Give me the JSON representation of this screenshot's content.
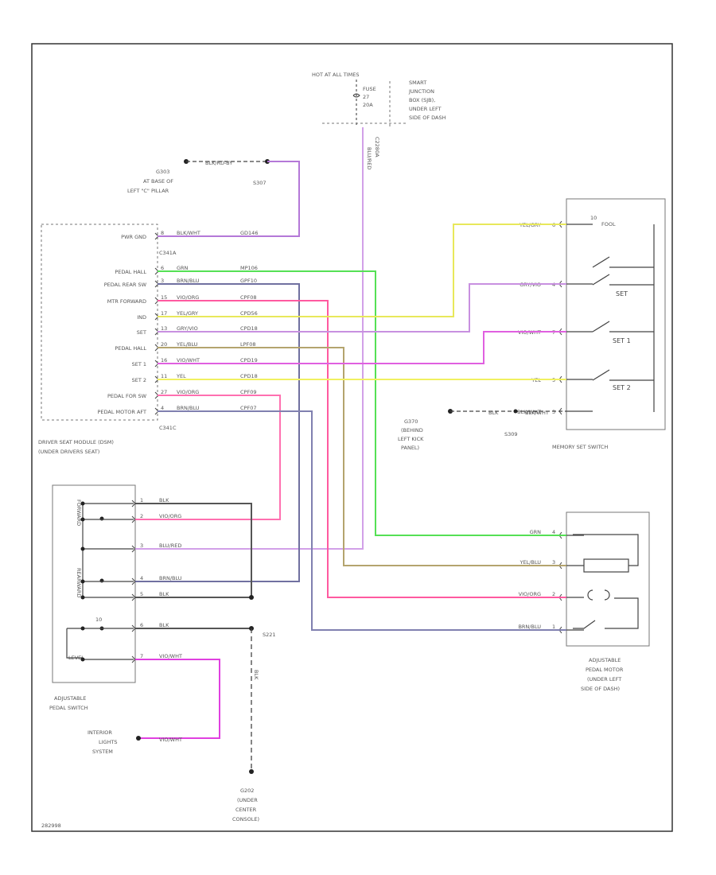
{
  "colors": {
    "yellow": "#e8e85a",
    "violet": "#b478d8",
    "pink": "#ff5aa0",
    "green": "#55e055",
    "lightviolet": "#d2a0e8",
    "magenta": "#e040e0",
    "olive": "#b4a46e",
    "slate": "#8080b0",
    "grey": "#555555"
  },
  "hot": {
    "header": "HOT AT ALL TIMES",
    "fuse_lines": [
      "FUSE",
      "27",
      "20A"
    ],
    "sjb_lines": [
      "SMART",
      "JUNCTION",
      "BOX (SJB),",
      "UNDER LEFT",
      "SIDE OF DASH"
    ],
    "connector": "C2280A",
    "wire": "BLU/RED"
  },
  "g303": {
    "lines": [
      "G303",
      "AT BASE OF",
      "LEFT \"C\" PILLAR"
    ],
    "wire": "BLK/RD-BY",
    "splice": "S307"
  },
  "dsm": {
    "pins": [
      {
        "label": "PWR GND",
        "num": "8",
        "color": "BLK/WHT",
        "circuit": "GD146"
      },
      {
        "label": "PEDAL HALL",
        "num": "6",
        "color": "GRN",
        "circuit": "MP106"
      },
      {
        "label": "PEDAL REAR SW",
        "num": "3",
        "color": "BRN/BLU",
        "circuit": "GPF10"
      },
      {
        "label": "MTR FORWARD",
        "num": "15",
        "color": "VIO/ORG",
        "circuit": "CPF08"
      },
      {
        "label": "IND",
        "num": "17",
        "color": "YEL/GRY",
        "circuit": "CPD56"
      },
      {
        "label": "SET",
        "num": "13",
        "color": "GRY/VIO",
        "circuit": "CPD18"
      },
      {
        "label": "PEDAL HALL",
        "num": "20",
        "color": "YEL/BLU",
        "circuit": "LPF08"
      },
      {
        "label": "SET 1",
        "num": "16",
        "color": "VIO/WHT",
        "circuit": "CPD19"
      },
      {
        "label": "SET 2",
        "num": "11",
        "color": "YEL",
        "circuit": "CPD18"
      },
      {
        "label": "PEDAL FOR SW",
        "num": "27",
        "color": "VIO/ORG",
        "circuit": "CPF09"
      },
      {
        "label": "PEDAL MOTOR AFT",
        "num": "4",
        "color": "BRN/BLU",
        "circuit": "CPF07"
      }
    ],
    "conn_a": "C341A",
    "conn_c": "C341C",
    "caption": [
      "DRIVER SEAT MODULE (DSM)",
      "(UNDER DRIVERS SEAT)"
    ]
  },
  "memory": {
    "pins": [
      {
        "color": "YEL/GRY",
        "num": "6"
      },
      {
        "color": "GRY/VIO",
        "num": "4"
      },
      {
        "color": "VIO/WHT",
        "num": "7"
      },
      {
        "color": "YEL",
        "num": "5"
      },
      {
        "color": "BLK/WHT",
        "num": "3"
      }
    ],
    "labels": {
      "ind": "FOOL",
      "set": "SET",
      "set1": "SET 1",
      "set2": "SET 2"
    },
    "caption": "MEMORY SET SWITCH"
  },
  "g370": {
    "lines": [
      "G370",
      "(BEHIND",
      "LEFT KICK",
      "PANEL)"
    ],
    "splice": "S309",
    "wire1": "BLK",
    "wire2": "BLK/WHT"
  },
  "pedal_switch": {
    "pins": [
      {
        "num": "1",
        "color": "BLK"
      },
      {
        "num": "2",
        "color": "VIO/ORG"
      },
      {
        "num": "3",
        "color": "BLU/RED"
      },
      {
        "num": "4",
        "color": "BRN/BLU"
      },
      {
        "num": "5",
        "color": "BLK"
      },
      {
        "num": "6",
        "color": "BLK"
      },
      {
        "num": "7",
        "color": "VIO/WHT"
      }
    ],
    "forward": "FORWARD",
    "rearward": "REARWARD",
    "num10": "10",
    "level": "LEVEL",
    "caption": [
      "ADJUSTABLE",
      "PEDAL SWITCH"
    ]
  },
  "pedal_motor": {
    "pins": [
      {
        "color": "GRN",
        "num": "4"
      },
      {
        "color": "YEL/BLU",
        "num": "3"
      },
      {
        "color": "VIO/ORG",
        "num": "2"
      },
      {
        "color": "BRN/BLU",
        "num": "1"
      }
    ],
    "caption": [
      "ADJUSTABLE",
      "PEDAL MOTOR",
      "(UNDER LEFT",
      "SIDE OF DASH)"
    ]
  },
  "s221": "S221",
  "ground_wire": "BLK",
  "g202": [
    "G202",
    "(UNDER",
    "CENTER",
    "CONSOLE)"
  ],
  "interior": {
    "lines": [
      "INTERIOR",
      "LIGHTS",
      "SYSTEM"
    ],
    "wire": "VIO/WHT"
  },
  "footer_code": "282998"
}
